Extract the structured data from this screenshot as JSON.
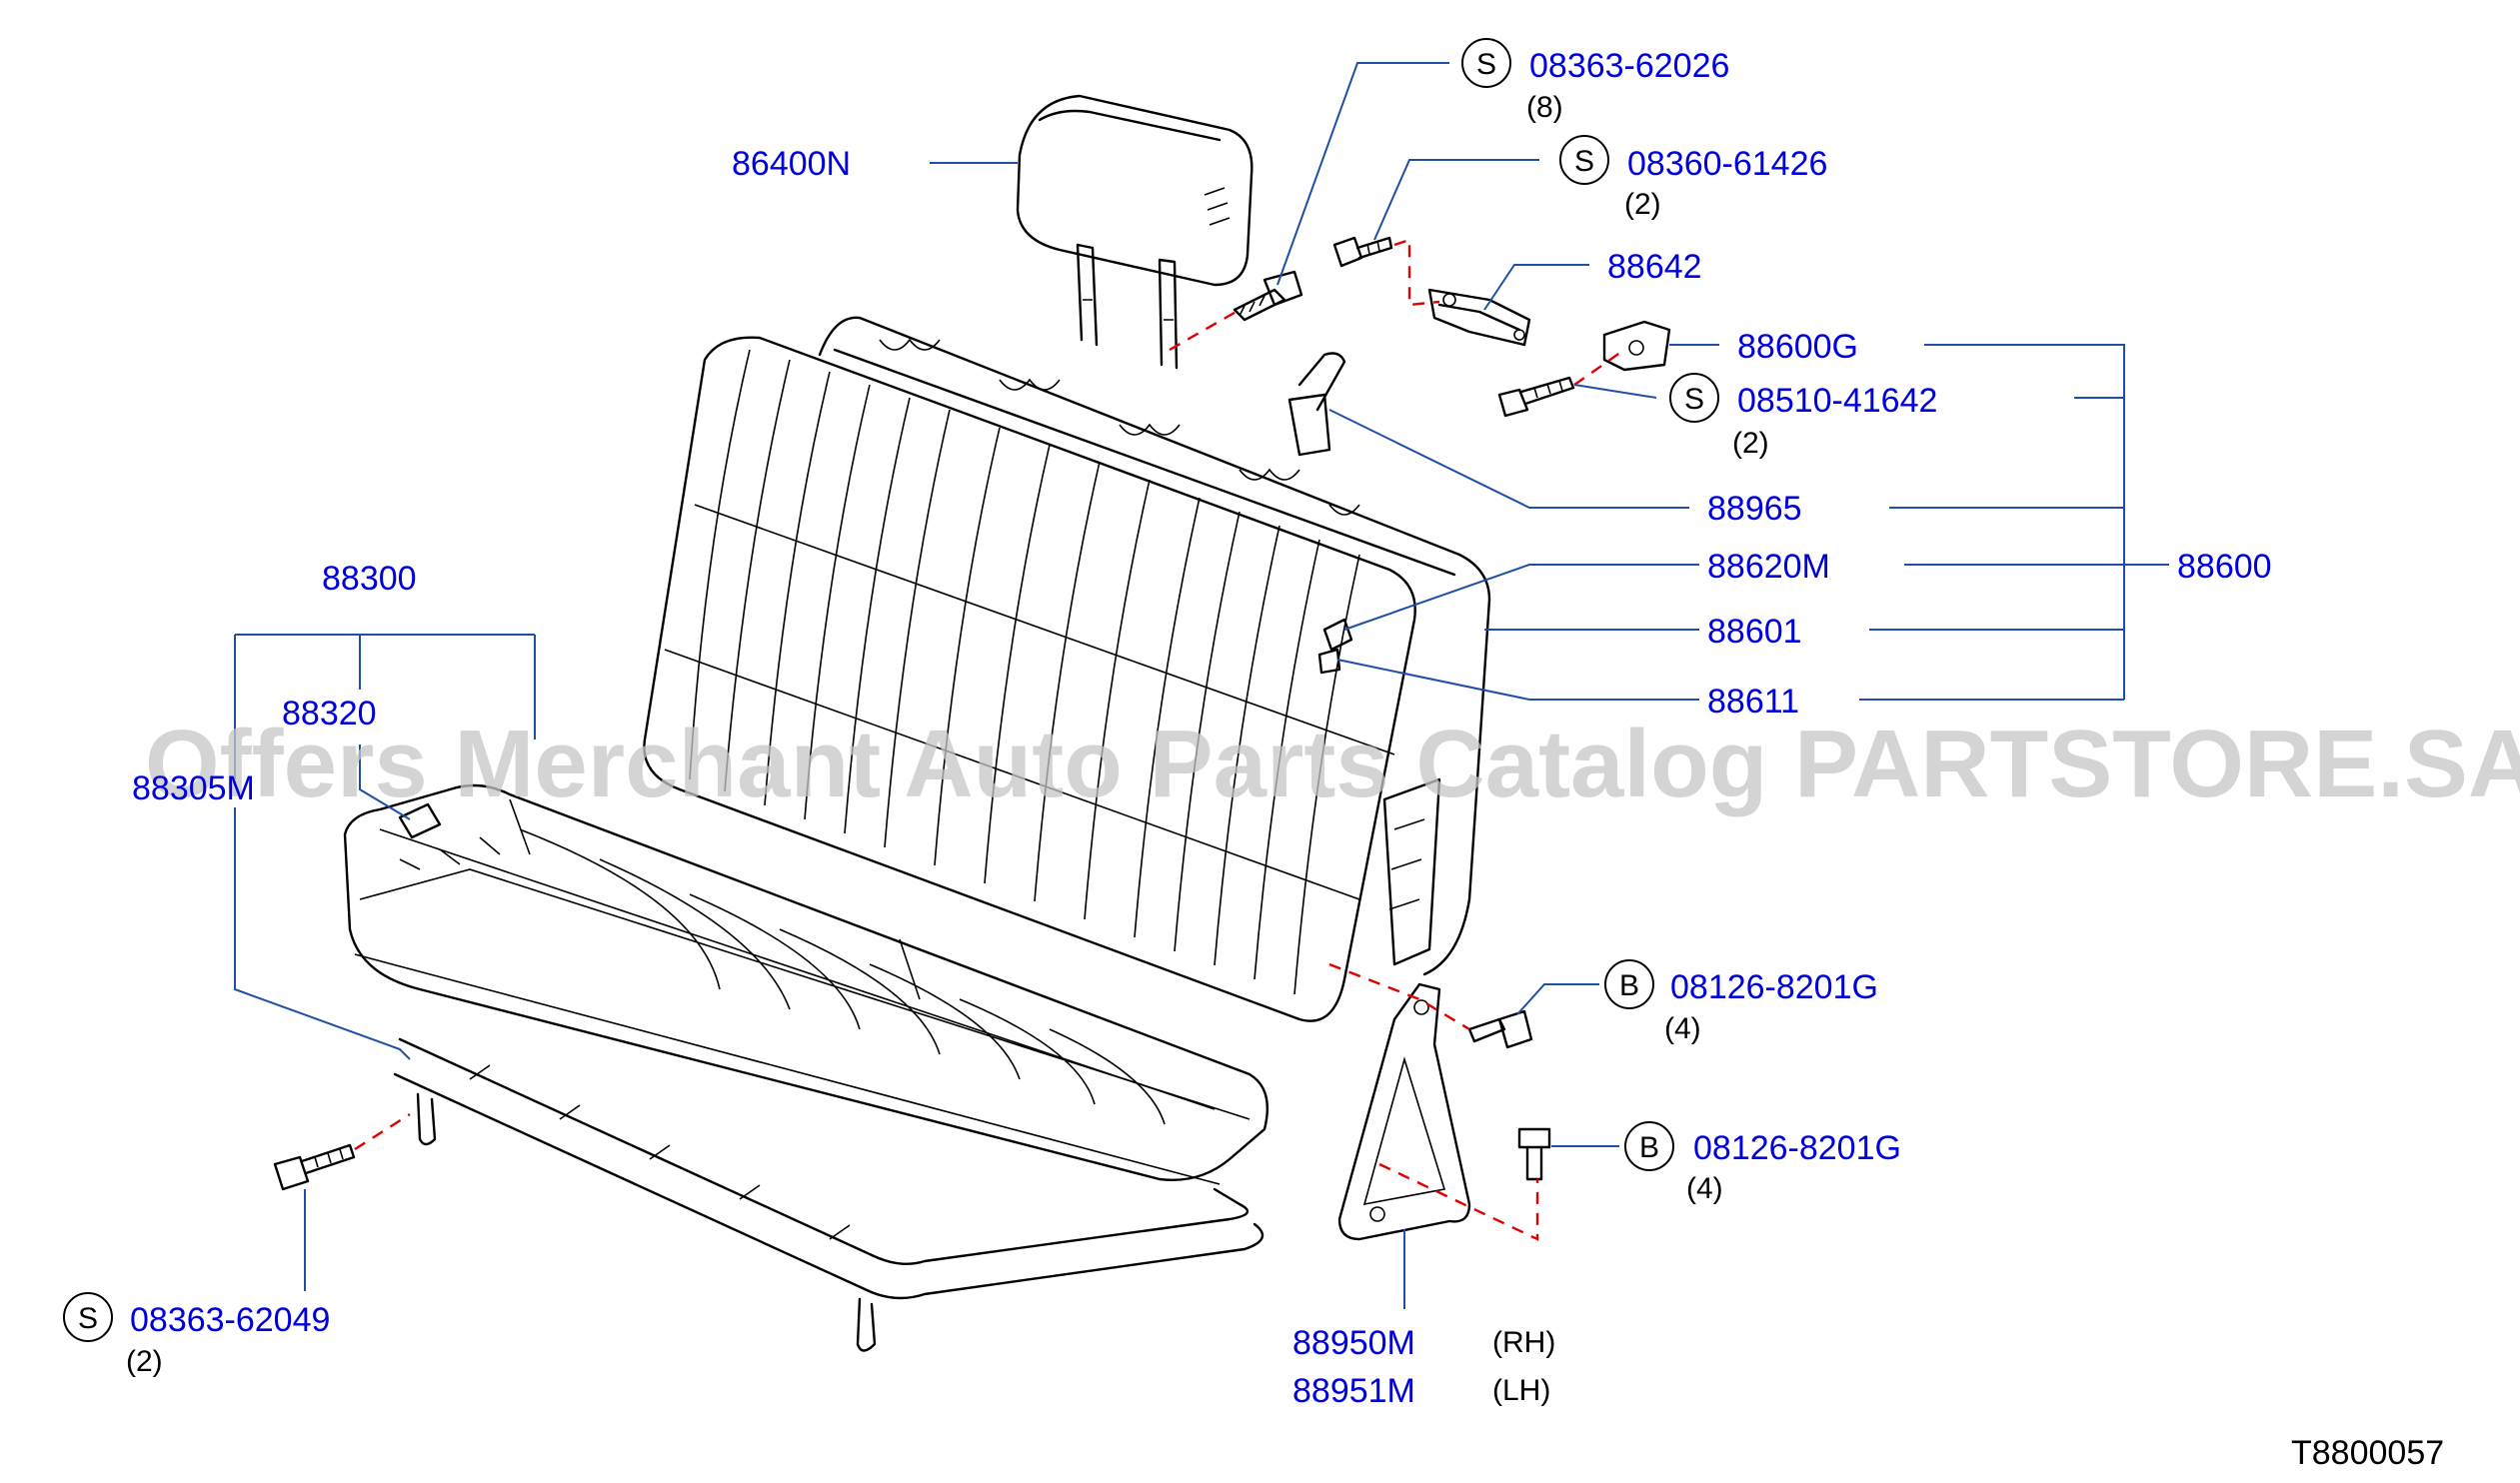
{
  "watermark": "Offers Merchant Auto Parts Catalog PARTSTORE.SA",
  "diagram_code": "T8800057",
  "callouts": {
    "p86400N": "86400N",
    "p88642": "88642",
    "p88600G": "88600G",
    "p88965": "88965",
    "p88620M": "88620M",
    "p88601": "88601",
    "p88611": "88611",
    "p88600": "88600",
    "p88300": "88300",
    "p88320": "88320",
    "p88305M": "88305M",
    "p88950M": "88950M",
    "p88951M": "88951M"
  },
  "side": {
    "rh": "(RH)",
    "lh": "(LH)"
  },
  "hardware": {
    "s1": {
      "badge": "S",
      "part": "08363-62026",
      "qty": "(8)"
    },
    "s2": {
      "badge": "S",
      "part": "08360-61426",
      "qty": "(2)"
    },
    "s3": {
      "badge": "S",
      "part": "08510-41642",
      "qty": "(2)"
    },
    "b1": {
      "badge": "B",
      "part": "08126-8201G",
      "qty": "(4)"
    },
    "b2": {
      "badge": "B",
      "part": "08126-8201G",
      "qty": "(4)"
    },
    "s4": {
      "badge": "S",
      "part": "08363-62049",
      "qty": "(2)"
    }
  }
}
